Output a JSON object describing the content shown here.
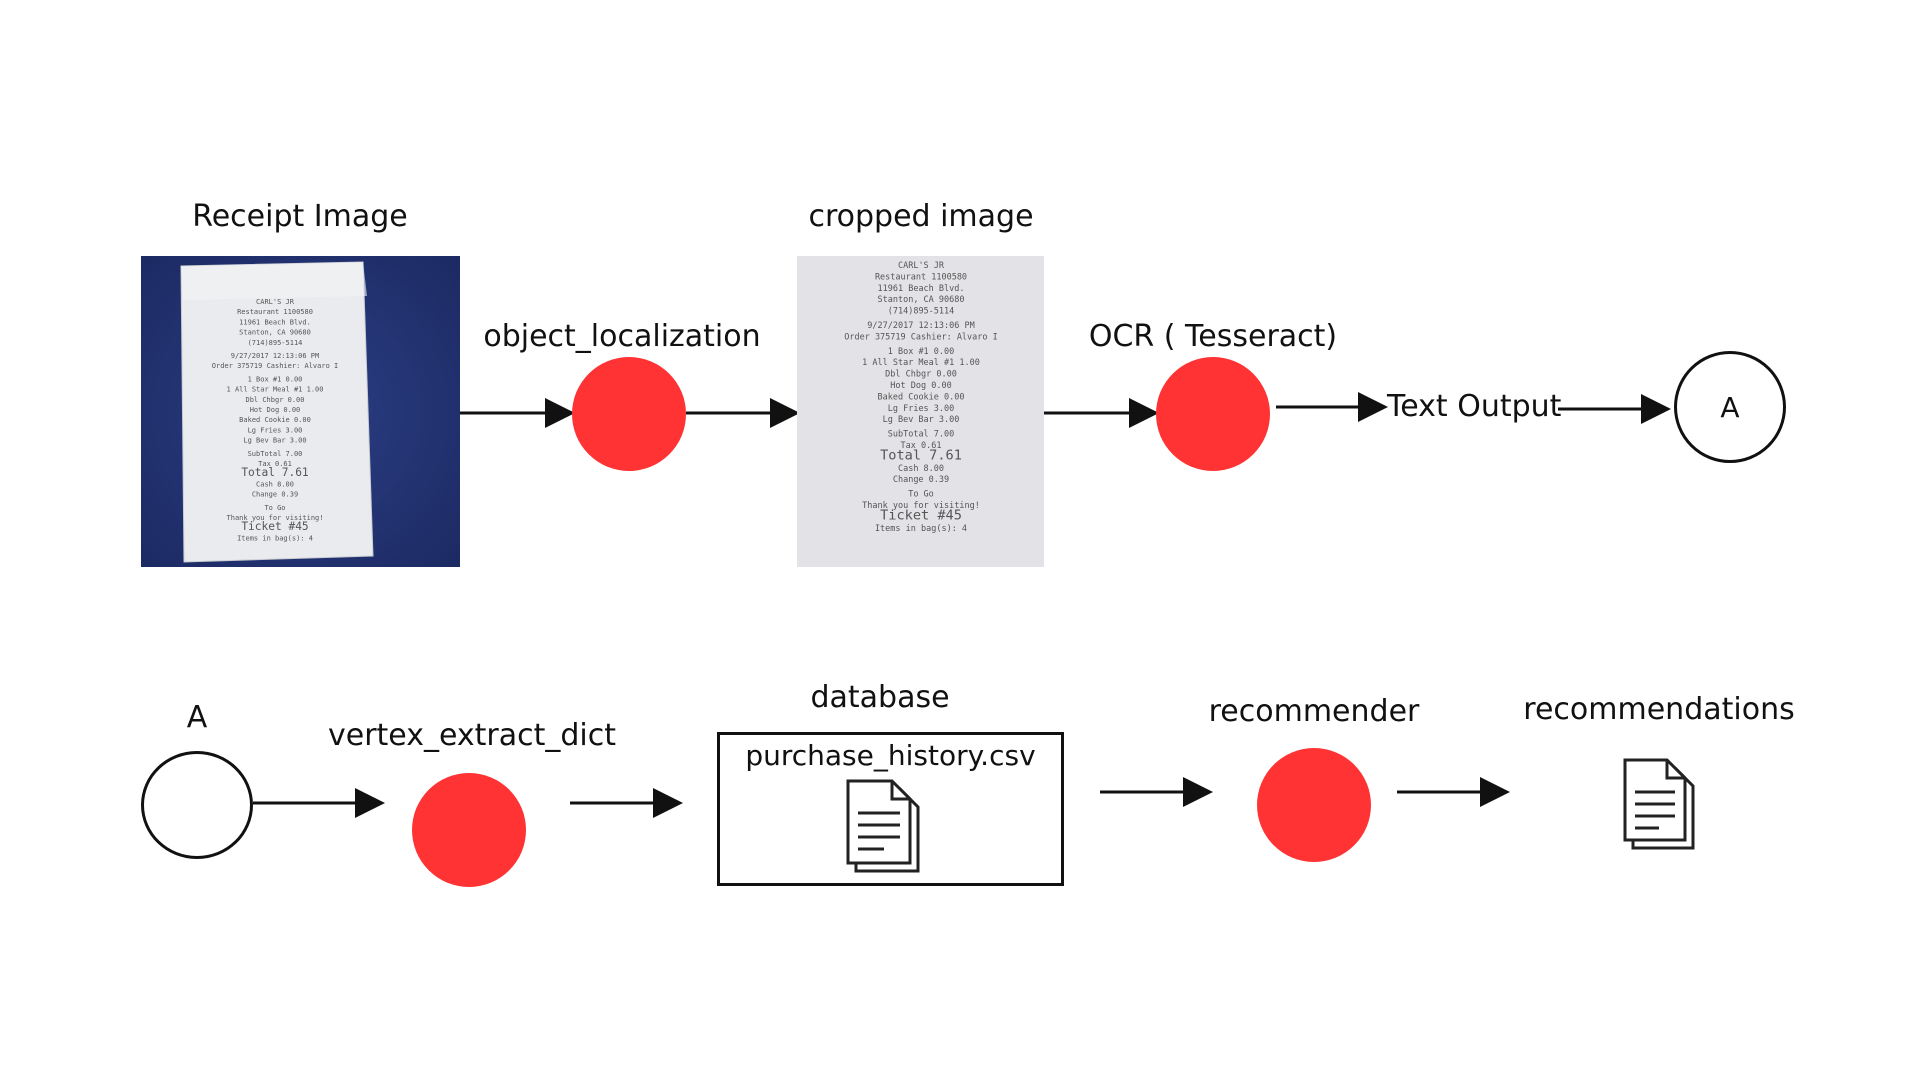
{
  "colors": {
    "process_node": "#ff3333",
    "stroke": "#111111",
    "background": "#ffffff"
  },
  "top_row": {
    "receipt_image_label": "Receipt Image",
    "cropped_image_label": "cropped image",
    "object_localization_label": "object_localization",
    "ocr_label": "OCR ( Tesseract)",
    "text_output_label": "Text Output",
    "connector_label": "A"
  },
  "bottom_row": {
    "connector_label": "A",
    "vertex_label": "vertex_extract_dict",
    "database_label": "database",
    "database_file": "purchase_history.csv",
    "recommender_label": "recommender",
    "recommendations_label": "recommendations"
  },
  "receipt": {
    "lines": [
      "CARL'S JR",
      "Restaurant 1100580",
      "11961 Beach Blvd.",
      "Stanton, CA 90680",
      "(714)895-5114",
      "9/27/2017      12:13:06 PM",
      "Order 375719   Cashier: Alvaro I",
      "1 Box #1                 0.00",
      "1 All Star Meal #1       1.00",
      "  Dbl Chbgr              0.00",
      "  Hot Dog                0.00",
      "  Baked Cookie           0.00",
      "  Lg Fries               3.00",
      "  Lg Bev Bar             3.00",
      "SubTotal  7.00",
      "Tax       0.61",
      "Total     7.61",
      "Cash      8.00",
      "Change    0.39",
      "To Go",
      "Thank you for visiting!",
      "Ticket #45",
      "Items in bag(s): 4"
    ]
  },
  "icons": {
    "database_icon": "document-icon",
    "recommendations_icon": "document-icon"
  }
}
